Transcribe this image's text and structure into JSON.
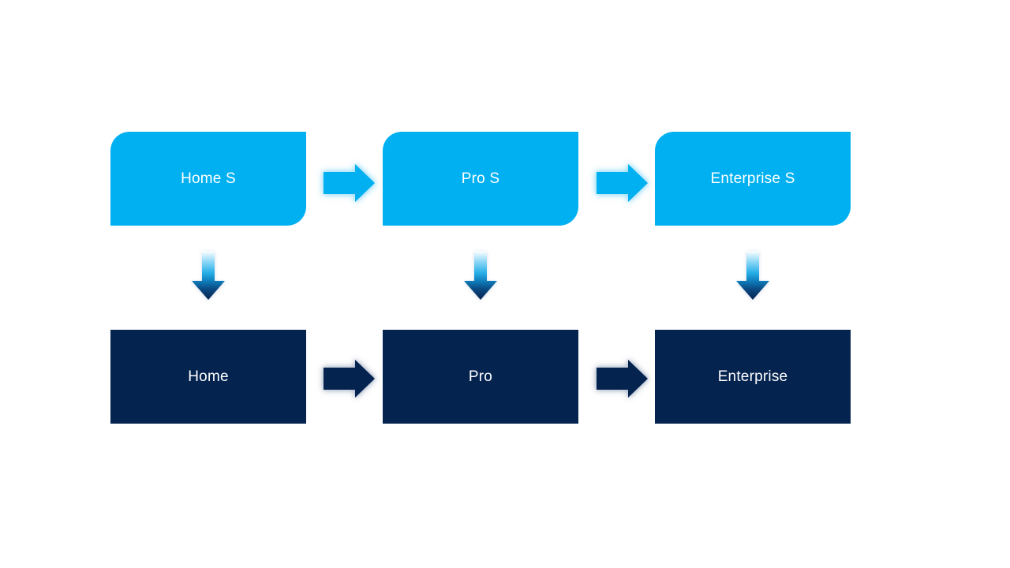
{
  "diagram": {
    "background_color": "#ffffff",
    "colors": {
      "top_box": "#00b0f0",
      "bottom_box": "#04234f",
      "label_text": "#ffffff",
      "down_arrow_gradient": [
        "#ffffff",
        "#8ed8f6",
        "#27aee8",
        "#0e7cba",
        "#0a4a83",
        "#04234f"
      ]
    },
    "top_row": {
      "nodes": [
        {
          "label": "Home S"
        },
        {
          "label": "Pro S"
        },
        {
          "label": "Enterprise S"
        }
      ]
    },
    "bottom_row": {
      "nodes": [
        {
          "label": "Home"
        },
        {
          "label": "Pro"
        },
        {
          "label": "Enterprise"
        }
      ]
    },
    "connectors": {
      "top_row_right_arrows": 2,
      "bottom_row_right_arrows": 2,
      "down_arrows": 3
    }
  }
}
